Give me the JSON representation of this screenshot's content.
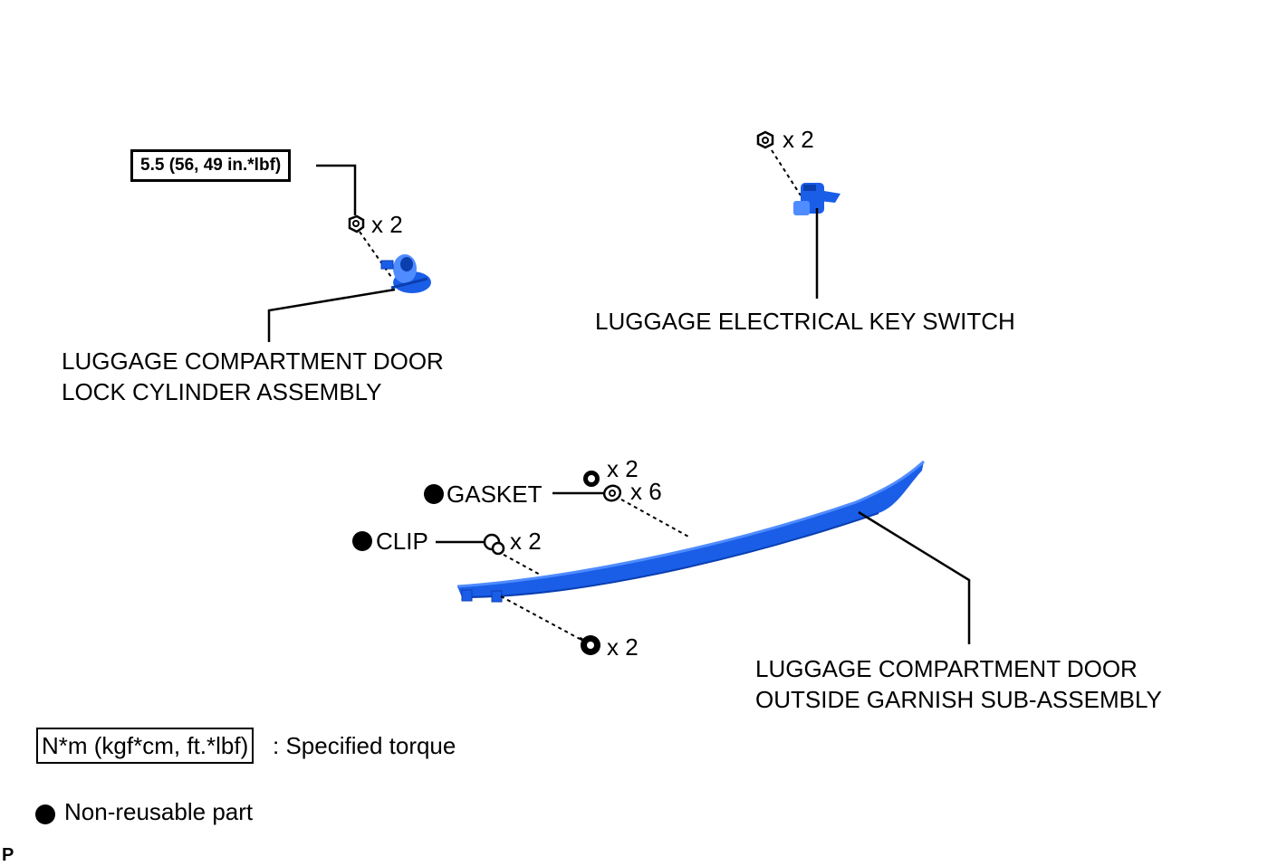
{
  "parts": {
    "lock_cylinder": {
      "label_line1": "LUGGAGE COMPARTMENT DOOR",
      "label_line2": "LOCK CYLINDER ASSEMBLY",
      "torque": "5.5 (56, 49 in.*lbf)",
      "qty": "x 2"
    },
    "key_switch": {
      "label": "LUGGAGE ELECTRICAL KEY SWITCH",
      "qty": "x 2"
    },
    "garnish": {
      "label_line1": "LUGGAGE COMPARTMENT DOOR",
      "label_line2": "OUTSIDE GARNISH SUB-ASSEMBLY",
      "nut_qty": "x 2",
      "gasket_label": "GASKET",
      "gasket_qty": "x 6",
      "clip_label": "CLIP",
      "clip_qty": "x 2",
      "screw_qty": "x 2"
    }
  },
  "legend": {
    "torque_unit": "N*m (kgf*cm, ft.*lbf)",
    "torque_text": ": Specified torque",
    "nonreusable_text": "Non-reusable part"
  },
  "corner_code": "P",
  "colors": {
    "part_blue": "#1a5ee8",
    "part_light": "#4f8cff",
    "part_dark": "#0b3fb0"
  }
}
